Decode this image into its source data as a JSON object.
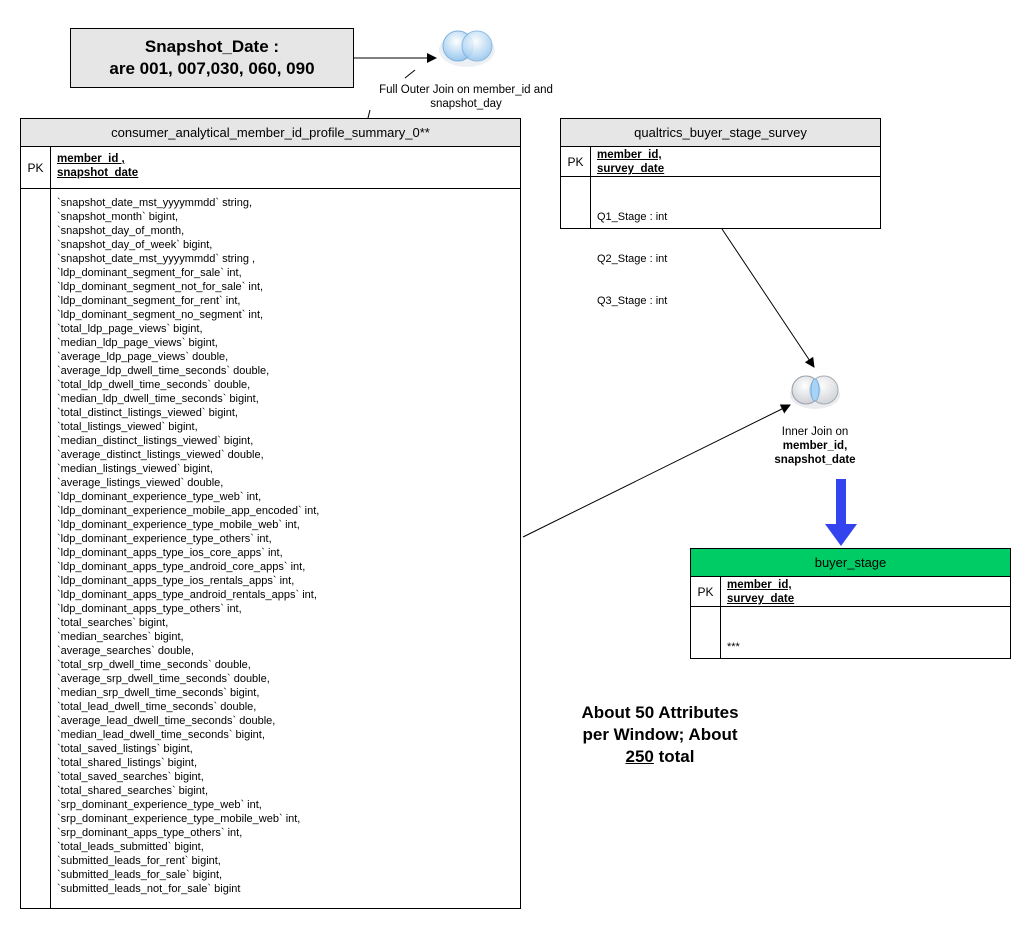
{
  "note": {
    "line1": "Snapshot_Date :",
    "line2": "are 001, 007,030, 060, 090"
  },
  "outer_join": {
    "line1": "Full Outer Join on member_id and",
    "line2": "snapshot_day"
  },
  "inner_join": {
    "line1": "Inner Join on",
    "line2": "member_id,",
    "line3": "snapshot_date"
  },
  "profile_table": {
    "title": "consumer_analytical_member_id_profile_summary_0**",
    "pk": "PK",
    "keys": [
      "member_id ,",
      "snapshot_date"
    ],
    "attributes": [
      "`snapshot_date_mst_yyyymmdd` string,",
      "`snapshot_month` bigint,",
      "`snapshot_day_of_month,",
      "`snapshot_day_of_week` bigint,",
      "`snapshot_date_mst_yyyymmdd` string ,",
      "`ldp_dominant_segment_for_sale` int,",
      "`ldp_dominant_segment_not_for_sale` int,",
      "`ldp_dominant_segment_for_rent` int,",
      "`ldp_dominant_segment_no_segment` int,",
      "`total_ldp_page_views` bigint,",
      "`median_ldp_page_views` bigint,",
      "`average_ldp_page_views` double,",
      "`average_ldp_dwell_time_seconds` double,",
      "`total_ldp_dwell_time_seconds` double,",
      "`median_ldp_dwell_time_seconds` bigint,",
      "`total_distinct_listings_viewed` bigint,",
      "`total_listings_viewed` bigint,",
      "`median_distinct_listings_viewed` bigint,",
      "`average_distinct_listings_viewed` double,",
      "`median_listings_viewed` bigint,",
      "`average_listings_viewed` double,",
      "`ldp_dominant_experience_type_web` int,",
      "`ldp_dominant_experience_mobile_app_encoded` int,",
      "`ldp_dominant_experience_type_mobile_web` int,",
      "`ldp_dominant_experience_type_others` int,",
      "`ldp_dominant_apps_type_ios_core_apps` int,",
      "`ldp_dominant_apps_type_android_core_apps` int,",
      "`ldp_dominant_apps_type_ios_rentals_apps` int,",
      "`ldp_dominant_apps_type_android_rentals_apps` int,",
      "`ldp_dominant_apps_type_others` int,",
      "`total_searches` bigint,",
      "`median_searches` bigint,",
      "`average_searches` double,",
      "`total_srp_dwell_time_seconds` double,",
      "`average_srp_dwell_time_seconds` double,",
      "`median_srp_dwell_time_seconds` bigint,",
      "`total_lead_dwell_time_seconds` double,",
      "`average_lead_dwell_time_seconds` double,",
      "`median_lead_dwell_time_seconds` bigint,",
      "`total_saved_listings` bigint,",
      "`total_shared_listings` bigint,",
      "`total_saved_searches` bigint,",
      "`total_shared_searches` bigint,",
      "`srp_dominant_experience_type_web` int,",
      "`srp_dominant_experience_type_mobile_web` int,",
      "`srp_dominant_apps_type_others` int,",
      "`total_leads_submitted` bigint,",
      "`submitted_leads_for_rent` bigint,",
      "`submitted_leads_for_sale` bigint,",
      "`submitted_leads_not_for_sale` bigint"
    ]
  },
  "survey_table": {
    "title": "qualtrics_buyer_stage_survey",
    "pk": "PK",
    "keys": [
      "member_id,",
      "survey_date"
    ],
    "attributes": [
      "Q1_Stage : int",
      "Q2_Stage : int",
      "Q3_Stage : int"
    ]
  },
  "buyer_table": {
    "title": "buyer_stage",
    "header_color": "#00cc66",
    "pk": "PK",
    "keys": [
      "member_id,",
      "survey_date"
    ],
    "attributes": [
      "***"
    ]
  },
  "summary": {
    "line1": "About 50 Attributes",
    "line2": "per Window; About",
    "num": "250",
    "rest": " total"
  },
  "colors": {
    "header_gray": "#e6e6e6",
    "arrow_blue": "#3344ee",
    "venn_blue": "#a9d3f5"
  }
}
